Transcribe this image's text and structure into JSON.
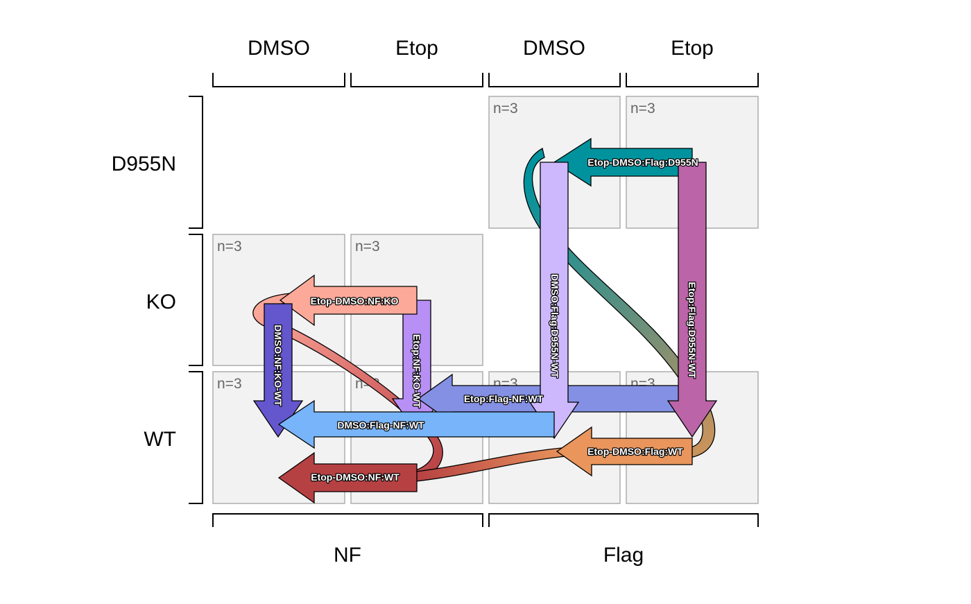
{
  "header": {
    "top": [
      "DMSO",
      "Etop",
      "DMSO",
      "Etop"
    ],
    "bottom": [
      "NF",
      "Flag"
    ],
    "left": [
      "D955N",
      "KO",
      "WT"
    ]
  },
  "tiles": [
    {
      "id": "flag-dmso-d955n",
      "count": "n=3"
    },
    {
      "id": "flag-etop-d955n",
      "count": "n=3"
    },
    {
      "id": "nf-dmso-ko",
      "count": "n=3"
    },
    {
      "id": "nf-etop-ko",
      "count": "n=3"
    },
    {
      "id": "nf-dmso-wt",
      "count": "n=3"
    },
    {
      "id": "nf-etop-wt",
      "count": "n=3"
    },
    {
      "id": "flag-dmso-wt",
      "count": "n=3"
    },
    {
      "id": "flag-etop-wt",
      "count": "n=3"
    }
  ],
  "arrows": [
    {
      "label": "Etop-DMSO:Flag:D955N",
      "color": "#00939e"
    },
    {
      "label": "DMSO:Flag:D955N-WT",
      "color": "#cdb8fd"
    },
    {
      "label": "Etop:Flag:D955N-WT",
      "color": "#bb64a8"
    },
    {
      "label": "Etop-DMSO:NF:KO",
      "color": "#fca99a"
    },
    {
      "label": "DMSO:NF:KO-WT",
      "color": "#6456cc"
    },
    {
      "label": "Etop:NF:KO-WT",
      "color": "#b88ff5"
    },
    {
      "label": "Etop:Flag-NF:WT",
      "color": "#8490e3"
    },
    {
      "label": "DMSO:Flag-NF:WT",
      "color": "#78b4f9"
    },
    {
      "label": "Etop-DMSO:Flag:WT",
      "color": "#e9955c"
    },
    {
      "label": "Etop-DMSO:NF:WT",
      "color": "#b64143"
    }
  ]
}
